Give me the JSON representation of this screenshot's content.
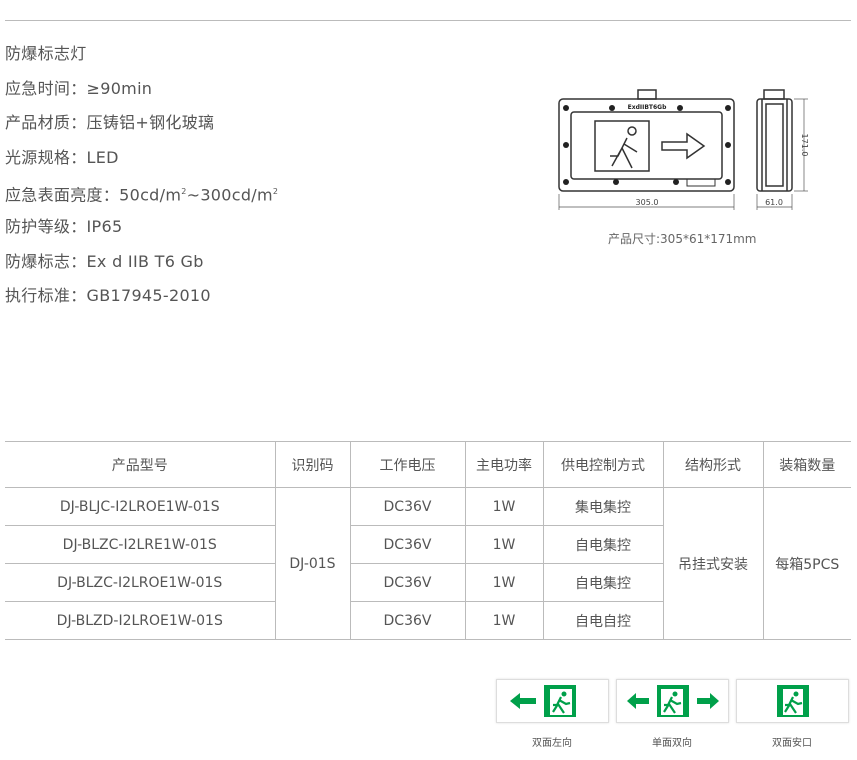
{
  "specs": [
    {
      "label": "防爆标志灯",
      "value": ""
    },
    {
      "label": "应急时间",
      "value": "≥90min"
    },
    {
      "label": "产品材质",
      "value": "压铸铝+钢化玻璃"
    },
    {
      "label": "光源规格",
      "value": "LED"
    },
    {
      "label": "应急表面亮度",
      "value_a": "50cd/m",
      "sup_a": "2",
      "value_b": "~300cd/m",
      "sup_b": "2"
    },
    {
      "label": "防护等级",
      "value": "IP65"
    },
    {
      "label": "防爆标志",
      "value": "Ex d IIB T6 Gb"
    },
    {
      "label": "执行标准",
      "value": "GB17945-2010"
    }
  ],
  "separator": "：",
  "drawing": {
    "plate_text": "ExdIIBT6Gb",
    "width_dim": "305.0",
    "depth_dim": "61.0",
    "height_dim": "171.0",
    "caption": "产品尺寸:305*61*171mm"
  },
  "table": {
    "headers": [
      "产品型号",
      "识别码",
      "工作电压",
      "主电功率",
      "供电控制方式",
      "结构形式",
      "装箱数量"
    ],
    "rows": [
      {
        "model": "DJ-BLJC-I2LROE1W-01S",
        "voltage": "DC36V",
        "power": "1W",
        "control": "集电集控"
      },
      {
        "model": "DJ-BLZC-I2LRE1W-01S",
        "voltage": "DC36V",
        "power": "1W",
        "control": "自电集控"
      },
      {
        "model": "DJ-BLZC-I2LROE1W-01S",
        "voltage": "DC36V",
        "power": "1W",
        "control": "自电集控"
      },
      {
        "model": "DJ-BLZD-I2LROE1W-01S",
        "voltage": "DC36V",
        "power": "1W",
        "control": "自电自控"
      }
    ],
    "id_code": "DJ-01S",
    "structure": "吊挂式安装",
    "packing": "每箱5PCS"
  },
  "signs": [
    {
      "caption": "双面左向",
      "icon": "exit-left-arrow-icon"
    },
    {
      "caption": "单面双向",
      "icon": "exit-bidirectional-icon"
    },
    {
      "caption": "双面安口",
      "icon": "exit-door-icon"
    }
  ],
  "colors": {
    "sign_green": "#00a04a",
    "text": "#555555",
    "border": "#bbbbbb"
  }
}
